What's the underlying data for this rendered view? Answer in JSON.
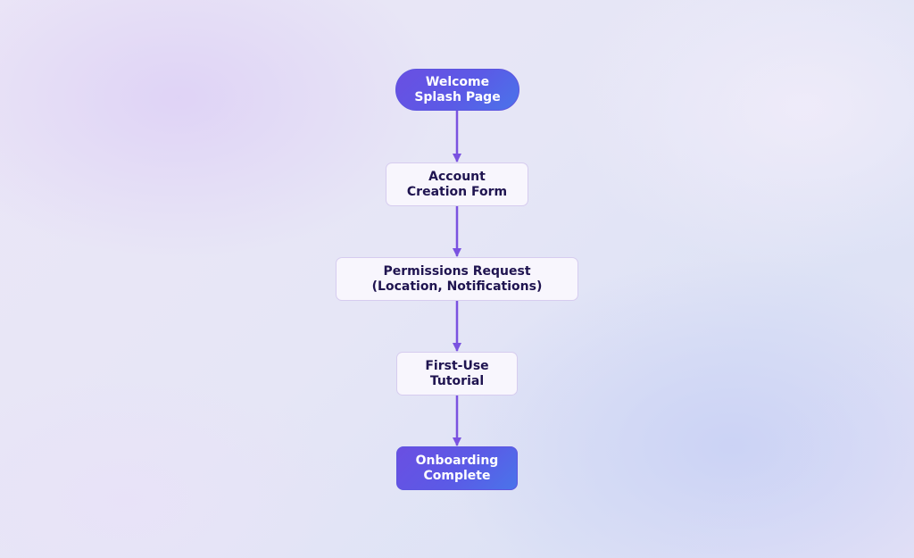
{
  "diagram": {
    "colors": {
      "arrow": "#7a52e0",
      "terminal_fill": "#5b5ae6",
      "step_fill": "#f8f6fd",
      "step_border": "#d6ccef",
      "step_text": "#1f1450"
    },
    "nodes": [
      {
        "id": "welcome",
        "kind": "start",
        "line1": "Welcome",
        "line2": "Splash Page"
      },
      {
        "id": "account",
        "kind": "step",
        "line1": "Account",
        "line2": "Creation Form"
      },
      {
        "id": "permissions",
        "kind": "step",
        "line1": "Permissions Request",
        "line2": "(Location, Notifications)"
      },
      {
        "id": "tutorial",
        "kind": "step",
        "line1": "First-Use",
        "line2": "Tutorial"
      },
      {
        "id": "complete",
        "kind": "end",
        "line1": "Onboarding",
        "line2": "Complete"
      }
    ],
    "edges": [
      {
        "from": "welcome",
        "to": "account"
      },
      {
        "from": "account",
        "to": "permissions"
      },
      {
        "from": "permissions",
        "to": "tutorial"
      },
      {
        "from": "tutorial",
        "to": "complete"
      }
    ]
  }
}
